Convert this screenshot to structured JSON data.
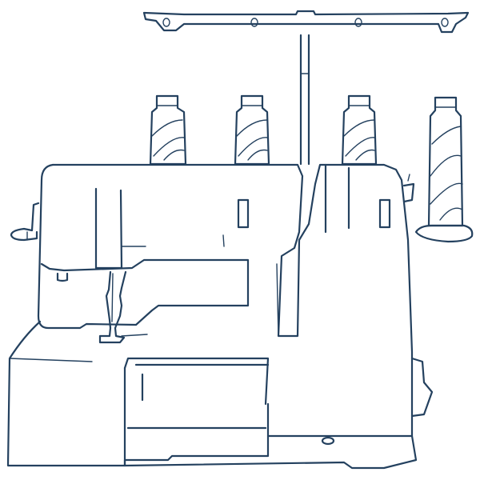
{
  "colors": {
    "stroke": "#24415f",
    "background": "#ffffff"
  },
  "illustration": {
    "subject": "overlock-sewing-machine",
    "parts": [
      "thread-guide-bar",
      "thread-cone-1",
      "thread-cone-2",
      "thread-cone-3",
      "thread-cone-4",
      "machine-body",
      "handwheel",
      "presser-foot",
      "free-arm-bed",
      "base"
    ]
  }
}
